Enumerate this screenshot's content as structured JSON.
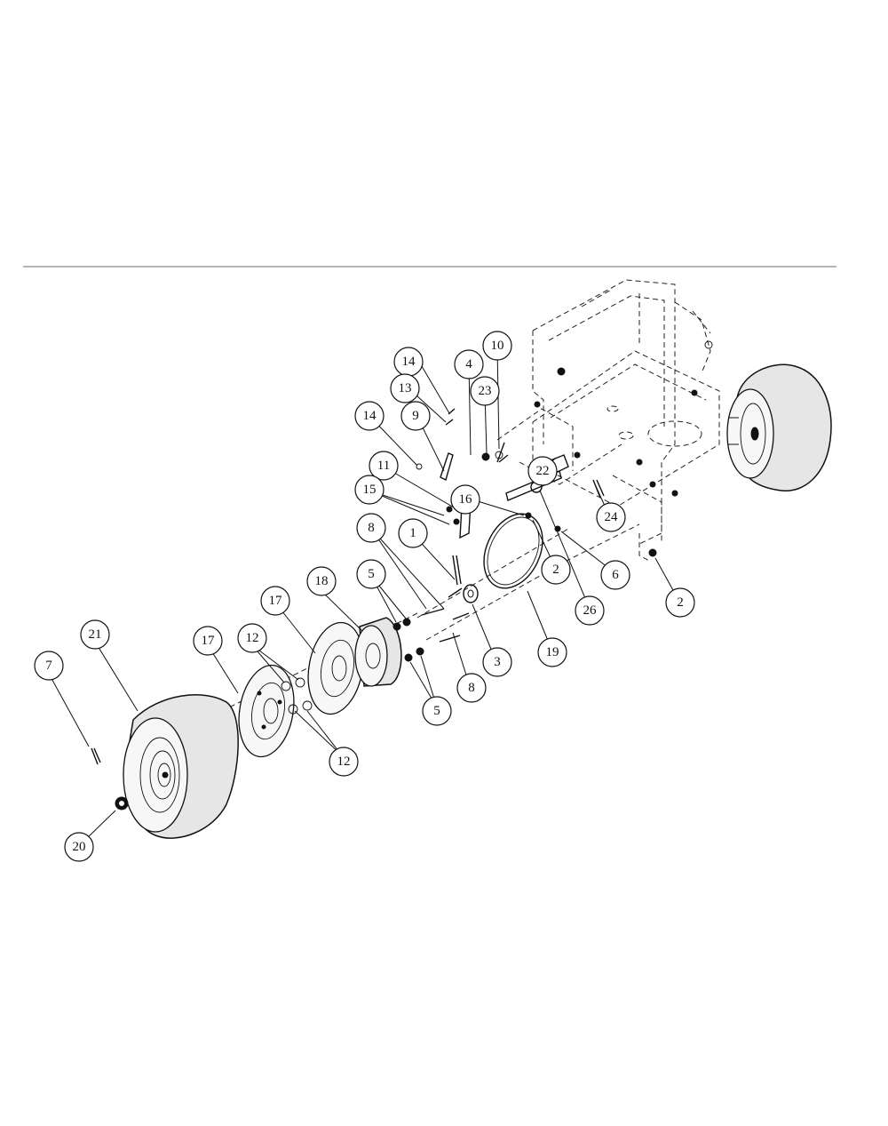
{
  "diagram": {
    "callouts": [
      {
        "label": "14"
      },
      {
        "label": "13"
      },
      {
        "label": "4"
      },
      {
        "label": "10"
      },
      {
        "label": "23"
      },
      {
        "label": "9"
      },
      {
        "label": "14"
      },
      {
        "label": "11"
      },
      {
        "label": "22"
      },
      {
        "label": "15"
      },
      {
        "label": "16"
      },
      {
        "label": "1"
      },
      {
        "label": "8"
      },
      {
        "label": "24"
      },
      {
        "label": "18"
      },
      {
        "label": "5"
      },
      {
        "label": "17"
      },
      {
        "label": "2"
      },
      {
        "label": "6"
      },
      {
        "label": "26"
      },
      {
        "label": "2"
      },
      {
        "label": "21"
      },
      {
        "label": "12"
      },
      {
        "label": "17"
      },
      {
        "label": "3"
      },
      {
        "label": "19"
      },
      {
        "label": "7"
      },
      {
        "label": "8"
      },
      {
        "label": "5"
      },
      {
        "label": "12"
      },
      {
        "label": "20"
      }
    ]
  }
}
